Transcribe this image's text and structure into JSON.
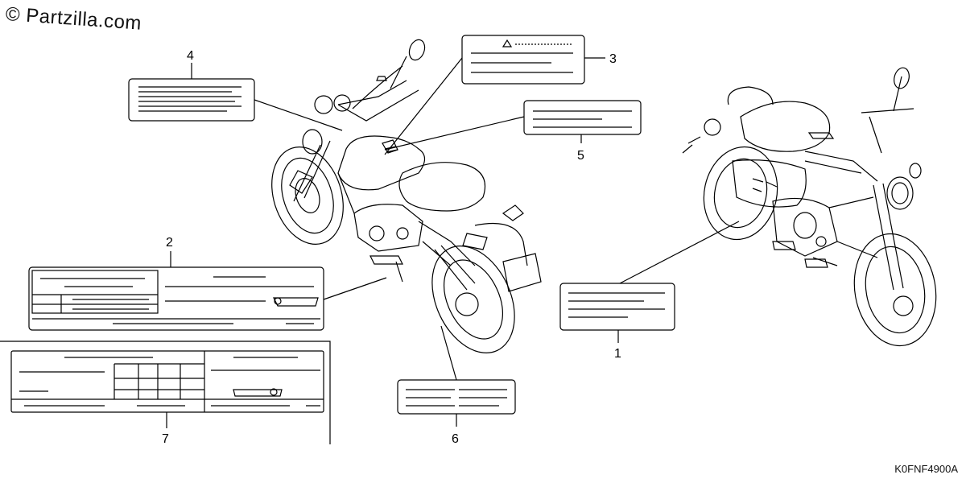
{
  "watermark": "© Partzilla.com",
  "diagram_code": "K0FNF4900A",
  "callouts": [
    "1",
    "2",
    "3",
    "4",
    "5",
    "6",
    "7"
  ],
  "colors": {
    "line": "#000000",
    "label_fill": "#ffffff",
    "bg": "#ffffff"
  }
}
